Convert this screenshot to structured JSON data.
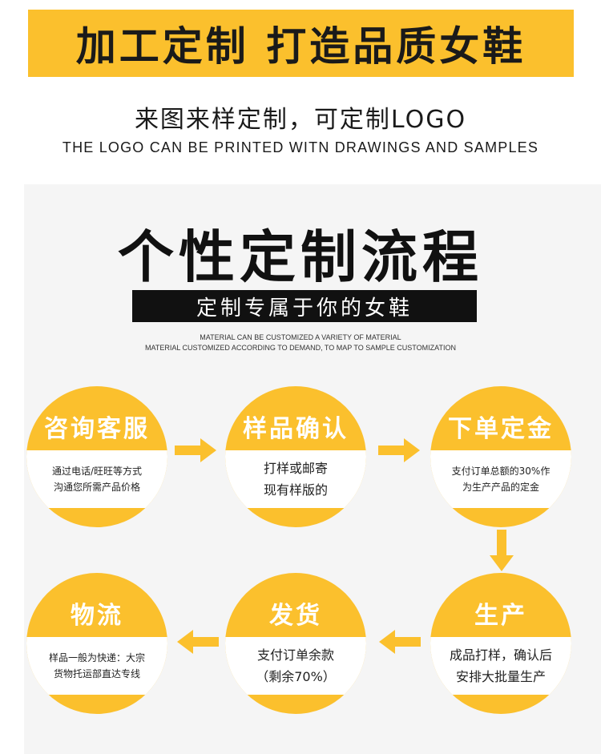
{
  "banner": {
    "title": "加工定制  打造品质女鞋"
  },
  "intro": {
    "subtitle": "来图来样定制，可定制LOGO",
    "subtitle_en": "THE LOGO CAN BE PRINTED WITN DRAWINGS AND SAMPLES"
  },
  "process": {
    "title": "个性定制流程",
    "bar_label": "定制专属于你的女鞋",
    "desc_line1": "MATERIAL CAN BE CUSTOMIZED A VARIETY OF MATERIAL",
    "desc_line2": "MATERIAL CUSTOMIZED ACCORDING TO DEMAND, TO MAP TO SAMPLE CUSTOMIZATION",
    "steps": [
      {
        "title": "咨询客服",
        "lines": [
          "通过电话/旺旺等方式",
          "沟通您所需产品价格"
        ]
      },
      {
        "title": "样品确认",
        "lines": [
          "打样或邮寄",
          "现有样版的"
        ]
      },
      {
        "title": "下单定金",
        "lines": [
          "支付订单总额的30%作",
          "为生产产品的定金"
        ]
      },
      {
        "title": "生产",
        "lines": [
          "成品打样，确认后",
          "安排大批量生产"
        ]
      },
      {
        "title": "发货",
        "lines": [
          "支付订单余款",
          "（剩余70%）"
        ]
      },
      {
        "title": "物流",
        "lines": [
          "样品一般为快递：大宗",
          "货物托运部直达专线"
        ]
      }
    ]
  },
  "colors": {
    "accent": "#fbc02d",
    "dark": "#111111",
    "panel": "#f5f5f5"
  }
}
